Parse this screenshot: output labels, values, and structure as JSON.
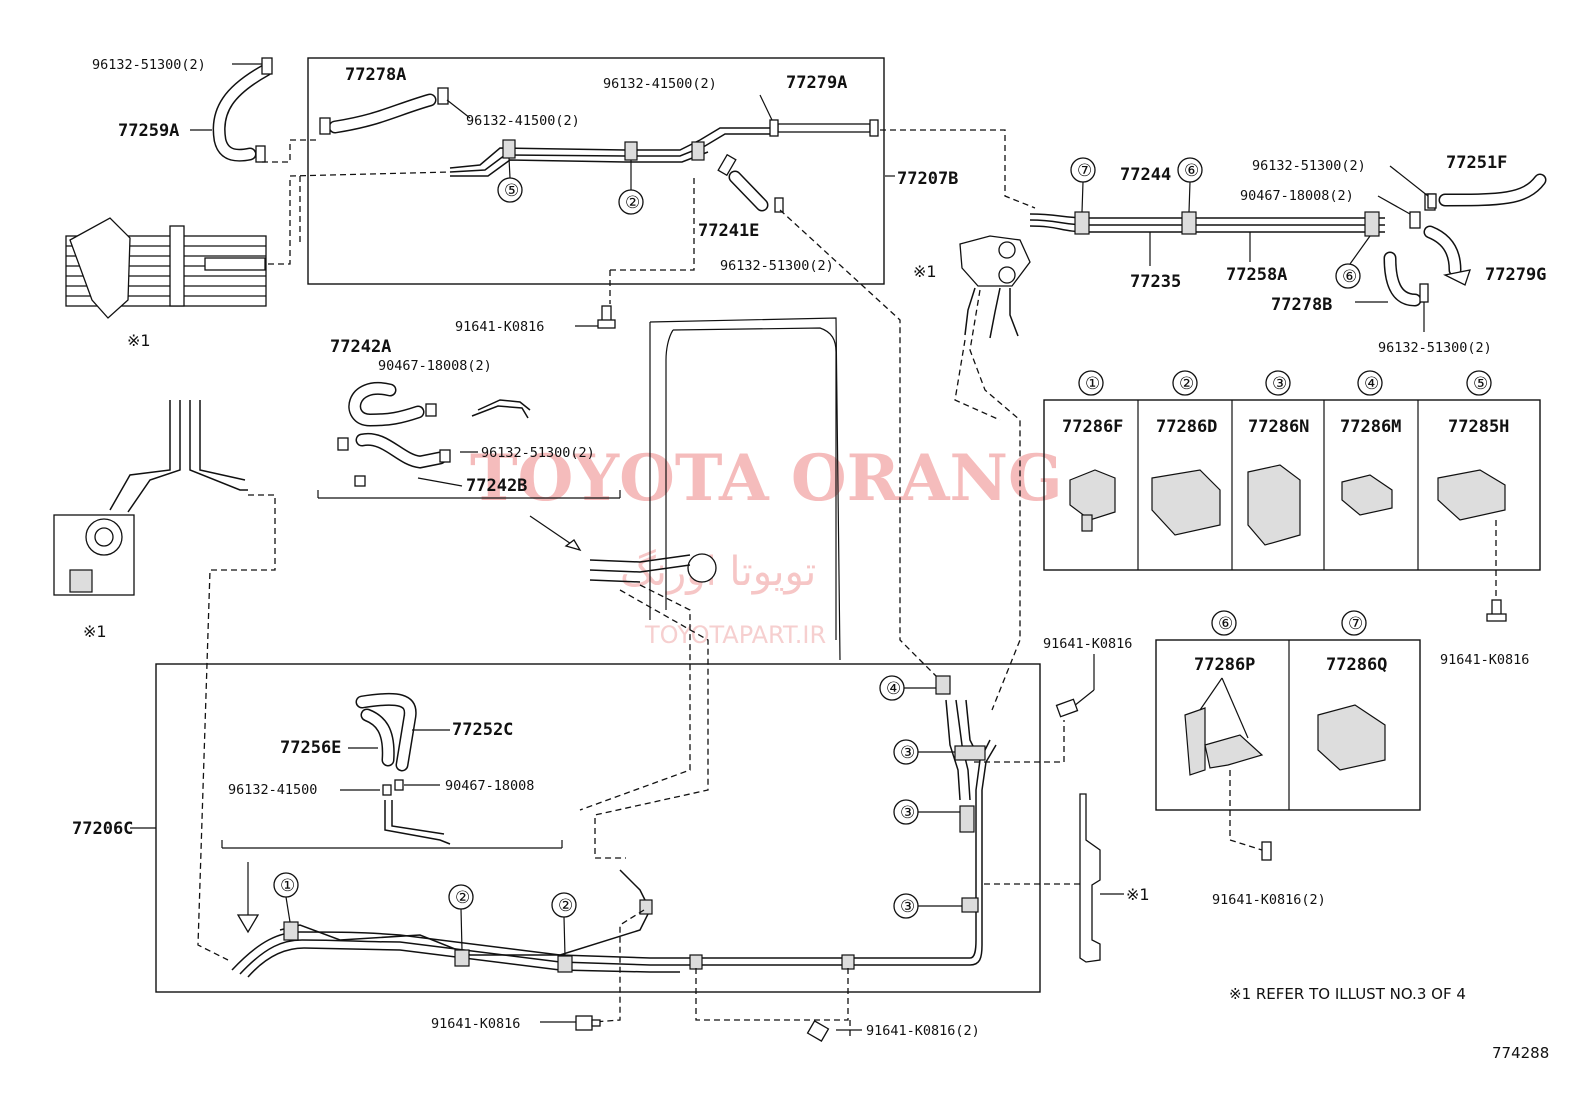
{
  "diagram_id": "774288",
  "note": "※1 REFER TO ILLUST NO.3 OF 4",
  "asterisk_ref": "※1",
  "watermarks": {
    "main": "TOYOTA ORANG",
    "arabic": "تویوتا اورنگ",
    "site": "TOYOTAPART.IR"
  },
  "part_labels": {
    "p77278A": "77278A",
    "p77259A": "77259A",
    "p96132_51300_tl": "96132-51300(2)",
    "p96132_41500_a": "96132-41500(2)",
    "p96132_41500_b": "96132-41500(2)",
    "p77279A": "77279A",
    "p77207B": "77207B",
    "p77241E": "77241E",
    "p96132_51300_mid": "96132-51300(2)",
    "p91641_top": "91641-K0816",
    "p77242A": "77242A",
    "p90467_18008_a": "90467-18008(2)",
    "p96132_51300_c": "96132-51300(2)",
    "p77242B": "77242B",
    "p77244": "77244",
    "p96132_51300_r": "96132-51300(2)",
    "p77251F": "77251F",
    "p90467_18008_r": "90467-18008(2)",
    "p77235": "77235",
    "p77258A": "77258A",
    "p77279G": "77279G",
    "p77278B": "77278B",
    "p96132_51300_rb": "96132-51300(2)",
    "p77252C": "77252C",
    "p77256E": "77256E",
    "p96132_41500_low": "96132-41500",
    "p90467_18008_low": "90467-18008",
    "p77206C": "77206C",
    "p91641_mid": "91641-K0816",
    "p91641_bl": "91641-K0816",
    "p91641_bm": "91641-K0816(2)",
    "p91641_right": "91641-K0816",
    "p91641_r2": "91641-K0816(2)"
  },
  "clamp_table": [
    {
      "num": "①",
      "part": "77286F"
    },
    {
      "num": "②",
      "part": "77286D"
    },
    {
      "num": "③",
      "part": "77286N"
    },
    {
      "num": "④",
      "part": "77286M"
    },
    {
      "num": "⑤",
      "part": "77285H"
    }
  ],
  "clamp_table2": [
    {
      "num": "⑥",
      "part": "77286P"
    },
    {
      "num": "⑦",
      "part": "77286Q"
    }
  ],
  "callouts": {
    "c5": "⑤",
    "c2": "②",
    "c7": "⑦",
    "c6a": "⑥",
    "c6b": "⑥",
    "c4": "④",
    "c3a": "③",
    "c3b": "③",
    "c3c": "③",
    "c1": "①",
    "c2a": "②",
    "c2b": "②"
  }
}
